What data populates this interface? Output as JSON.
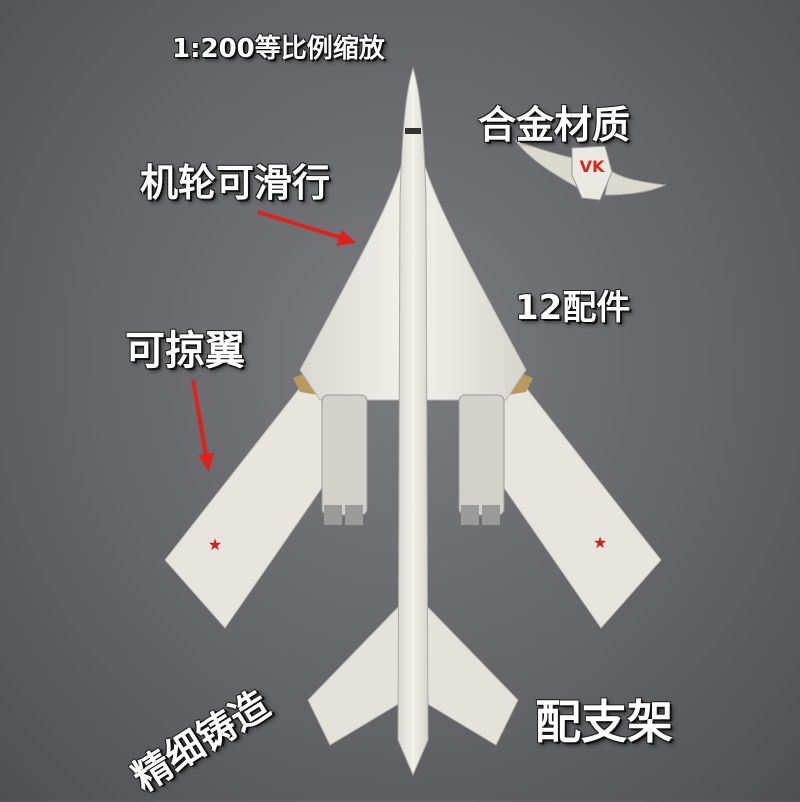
{
  "labels": {
    "scale": "1:200等比例缩放",
    "material": "合金材质",
    "wheels": "机轮可滑行",
    "accessories": "12配件",
    "swing_wing": "可掠翼",
    "casting": "精细铸造",
    "stand": "配支架"
  },
  "badge": {
    "text": "VK"
  },
  "colors": {
    "background": "#67686b",
    "model": "#e6e4dc",
    "arrow": "#e0201c",
    "star": "#d0201c"
  }
}
